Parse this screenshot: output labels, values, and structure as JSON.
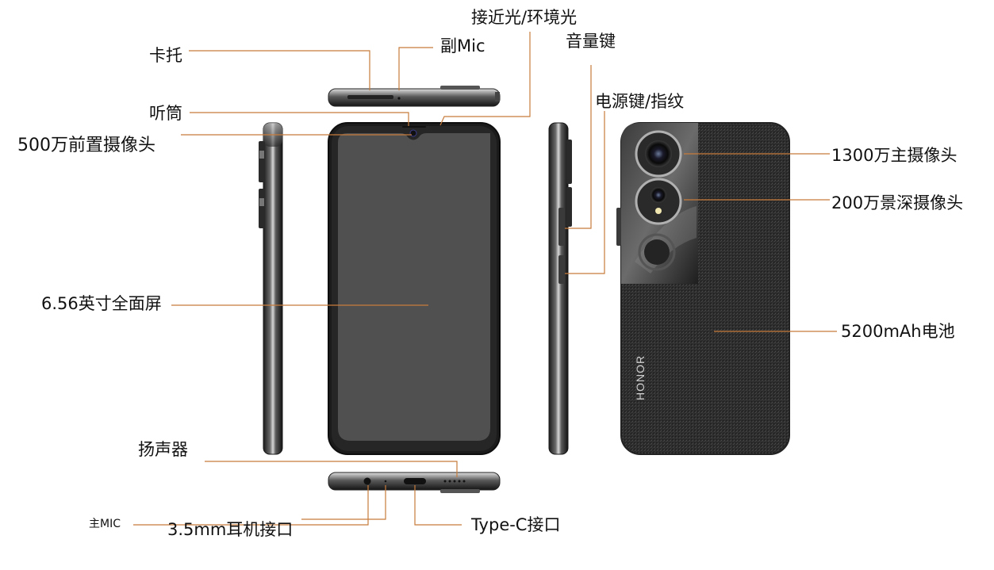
{
  "labels": {
    "card_tray": "卡托",
    "secondary_mic": "副Mic",
    "proximity_ambient_light": "接近光/环境光",
    "volume_key": "音量键",
    "power_fingerprint": "电源键/指纹",
    "earpiece": "听筒",
    "front_camera": "500万前置摄像头",
    "main_camera": "1300万主摄像头",
    "depth_camera": "200万景深摄像头",
    "screen": "6.56英寸全面屏",
    "battery": "5200mAh电池",
    "speaker": "扬声器",
    "main_mic": "主MIC",
    "headphone_jack": "3.5mm耳机接口",
    "type_c": "Type-C接口"
  },
  "brand_text": "HONOR",
  "colors": {
    "leader": "#c87c3c",
    "phone_body": "#1a1a1a",
    "screen": "#505050",
    "frame": "#3a3a3a"
  }
}
